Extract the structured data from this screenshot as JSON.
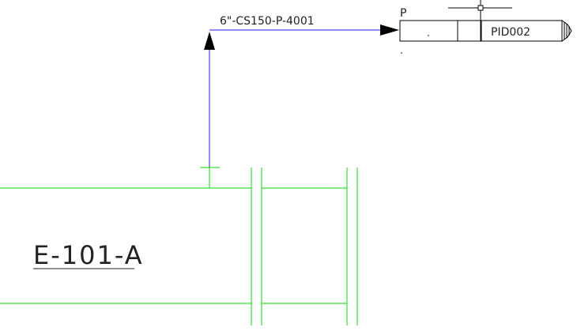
{
  "line_label": "6\"-CS150-P-4001",
  "equipment_tag": "E-101-A",
  "connector": {
    "prefix": "P",
    "id": "PID002"
  },
  "colors": {
    "process_line": "#1a1aff",
    "equipment": "#00dd00",
    "linework": "#000000",
    "background": "#ffffff"
  }
}
